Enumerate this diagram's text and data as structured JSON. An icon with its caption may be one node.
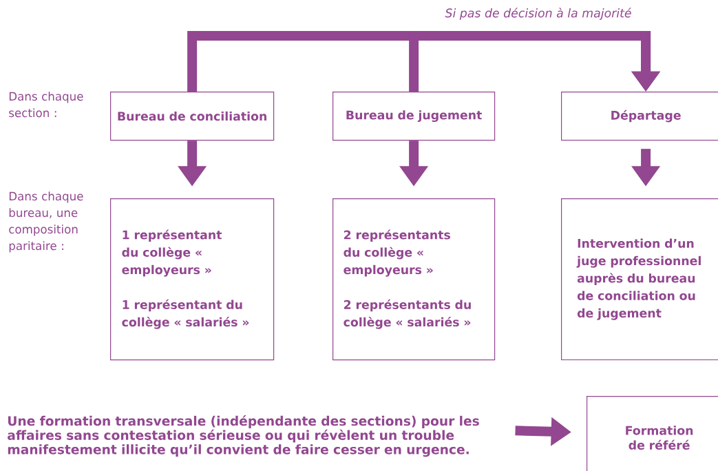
{
  "diagram": {
    "nodes": [
      {
        "text": [
          "Bureau de conciliation"
        ]
      },
      {
        "text": [
          "Bureau de jugement"
        ]
      },
      {
        "text": [
          "Départage"
        ]
      },
      {
        "text": [
          "1 représentant du collège « employeurs »",
          "1 représentant du collège « salariés »"
        ]
      },
      {
        "text": [
          "2 représentants du collège « employeurs »",
          "2 représentants du collège « salariés »"
        ]
      },
      {
        "text": [
          "Intervention d’un juge professionnel auprès du bureau de conciliation ou de jugement"
        ]
      },
      {
        "text": [
          "Une formation transversale (indépendante des sections) pour les affaires sans contestation sérieuse ou qui révèlent un trouble manifestement illicite qu’il convient de faire cesser en urgence."
        ]
      },
      {
        "text": [
          "Formation de référé"
        ]
      }
    ],
    "edges": [
      {
        "from": 0,
        "to": 2,
        "arrow": "to"
      },
      {
        "from": 1,
        "to": 2,
        "arrow": "to",
        "label": "Si pas de décision à la majorité"
      },
      {
        "from": 0,
        "to": 3,
        "arrow": "to"
      },
      {
        "from": 1,
        "to": 4,
        "arrow": "to"
      },
      {
        "from": 2,
        "to": 5,
        "arrow": "to"
      },
      {
        "from": 6,
        "to": 7,
        "arrow": "to"
      }
    ],
    "labels": [
      "Dans chaque section :",
      "Dans chaque bureau, une composition paritaire :"
    ]
  }
}
